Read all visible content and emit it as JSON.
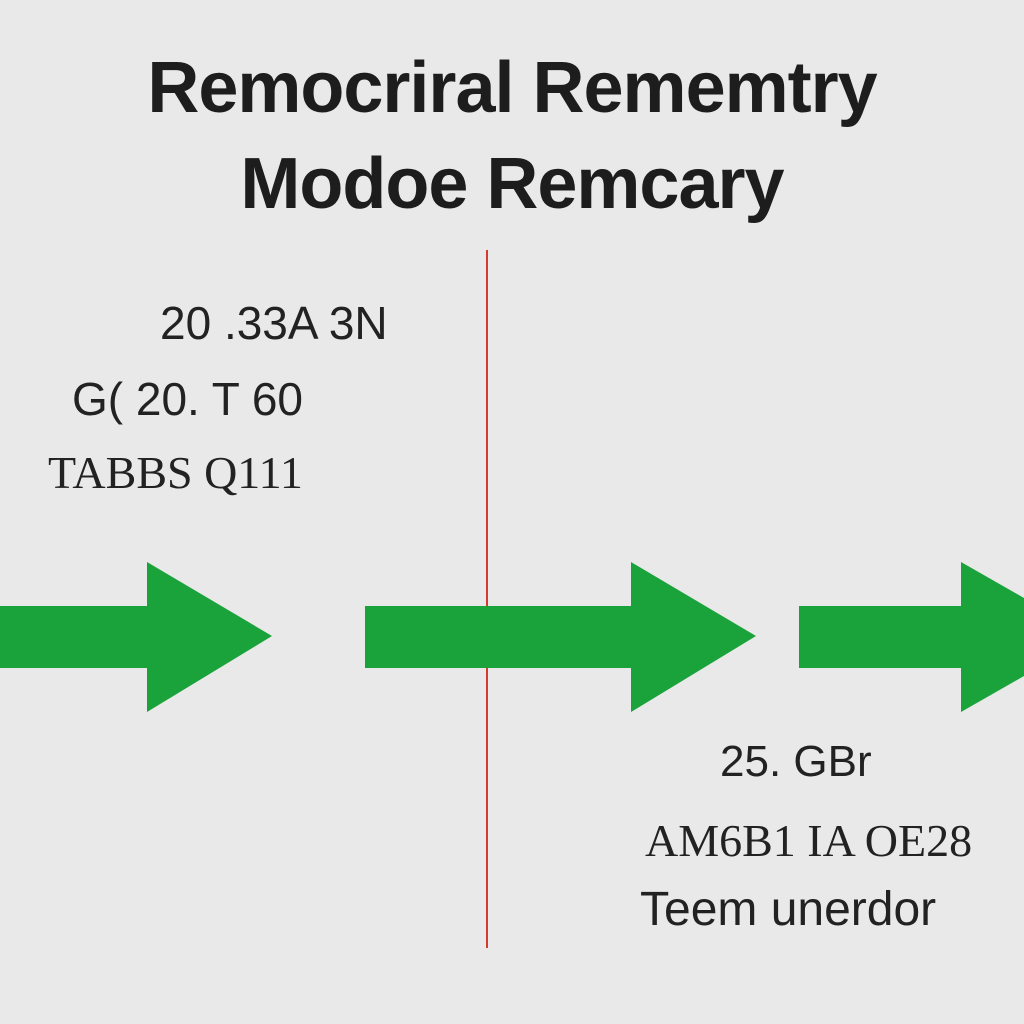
{
  "title": {
    "line1": "Remocriral Rememtry",
    "line2": "Modoe Remcary"
  },
  "left_labels": [
    "20 .33A 3N",
    "G( 20. T 60",
    "TABBS Q111"
  ],
  "right_labels": [
    "25. GBr",
    "AM6B1 IA OE28",
    "Teem unerdor"
  ],
  "colors": {
    "background": "#e9e9ea",
    "arrow": "#1aa33a",
    "divider": "#d63a2f",
    "text": "#1d1d1d"
  },
  "arrows": [
    "right-arrow",
    "right-arrow",
    "right-arrow"
  ]
}
